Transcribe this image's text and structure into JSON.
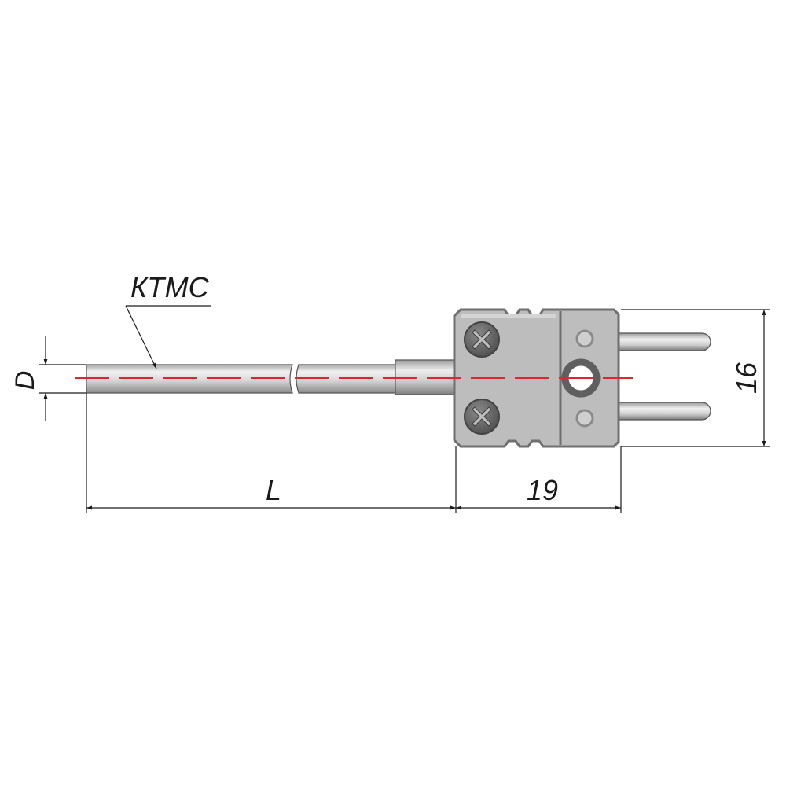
{
  "labels": {
    "cable_material": "КТМС",
    "diameter": "D",
    "length": "L",
    "connector_length": "19",
    "connector_height": "16"
  },
  "colors": {
    "axis_line": "#e0262a",
    "outline": "#1a1a1a",
    "metal_light": "#e6e6e6",
    "metal_dark": "#8e8e8e",
    "connector_body": "#b9b9b9",
    "connector_edge": "#6f6f6f",
    "screw": "#5d5d5d"
  },
  "icons": {
    "screw_top": "phillips-screw-icon",
    "screw_bottom": "phillips-screw-icon"
  }
}
